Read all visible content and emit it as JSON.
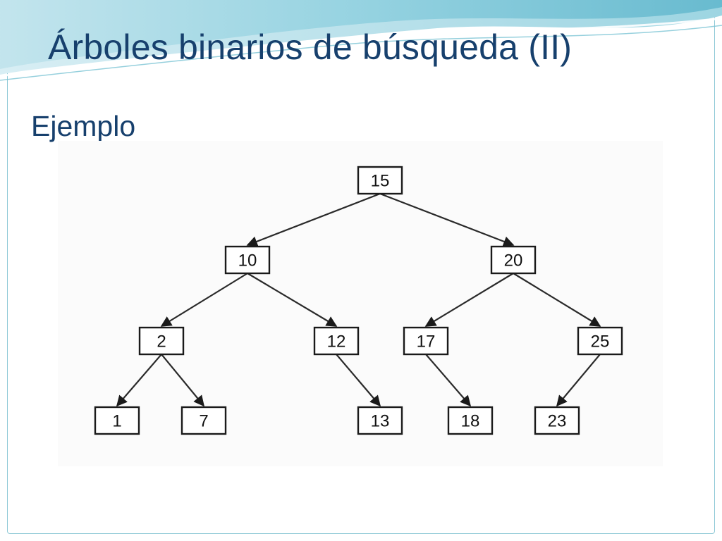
{
  "slide": {
    "title": "Árboles binarios de búsqueda (II)",
    "subtitle": "Ejemplo"
  },
  "tree": {
    "nodes": [
      {
        "id": "n15",
        "label": "15"
      },
      {
        "id": "n10",
        "label": "10"
      },
      {
        "id": "n20",
        "label": "20"
      },
      {
        "id": "n2",
        "label": "2"
      },
      {
        "id": "n12",
        "label": "12"
      },
      {
        "id": "n17",
        "label": "17"
      },
      {
        "id": "n25",
        "label": "25"
      },
      {
        "id": "n1",
        "label": "1"
      },
      {
        "id": "n7",
        "label": "7"
      },
      {
        "id": "n13",
        "label": "13"
      },
      {
        "id": "n18",
        "label": "18"
      },
      {
        "id": "n23",
        "label": "23"
      }
    ],
    "edges": [
      {
        "from": "n15",
        "to": "n10"
      },
      {
        "from": "n15",
        "to": "n20"
      },
      {
        "from": "n10",
        "to": "n2"
      },
      {
        "from": "n10",
        "to": "n12"
      },
      {
        "from": "n20",
        "to": "n17"
      },
      {
        "from": "n20",
        "to": "n25"
      },
      {
        "from": "n2",
        "to": "n1"
      },
      {
        "from": "n2",
        "to": "n7"
      },
      {
        "from": "n12",
        "to": "n13"
      },
      {
        "from": "n17",
        "to": "n18"
      },
      {
        "from": "n25",
        "to": "n23"
      }
    ]
  },
  "colors": {
    "title": "#17406d",
    "accent": "#8ec9d6"
  }
}
